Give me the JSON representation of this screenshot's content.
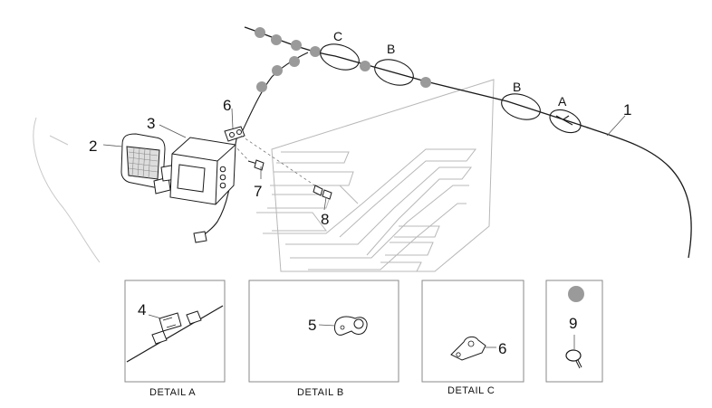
{
  "callouts": {
    "c1": "1",
    "c2": "2",
    "c3": "3",
    "c4": "4",
    "c5": "5",
    "c6": "6",
    "c7": "7",
    "c8": "8",
    "c9": "9",
    "d6": "6"
  },
  "detail_markers": {
    "a_right": "A",
    "b_right": "B",
    "b_top": "B",
    "c_top": "C"
  },
  "detail_captions": {
    "detail_a": "DETAIL  A",
    "detail_b": "DETAIL  B",
    "detail_c": "DETAIL  C"
  },
  "colors": {
    "line": "#1a1a1a",
    "faint": "#b8b8b8",
    "dot": "#9a9a9a",
    "box": "#8a8a8a"
  }
}
